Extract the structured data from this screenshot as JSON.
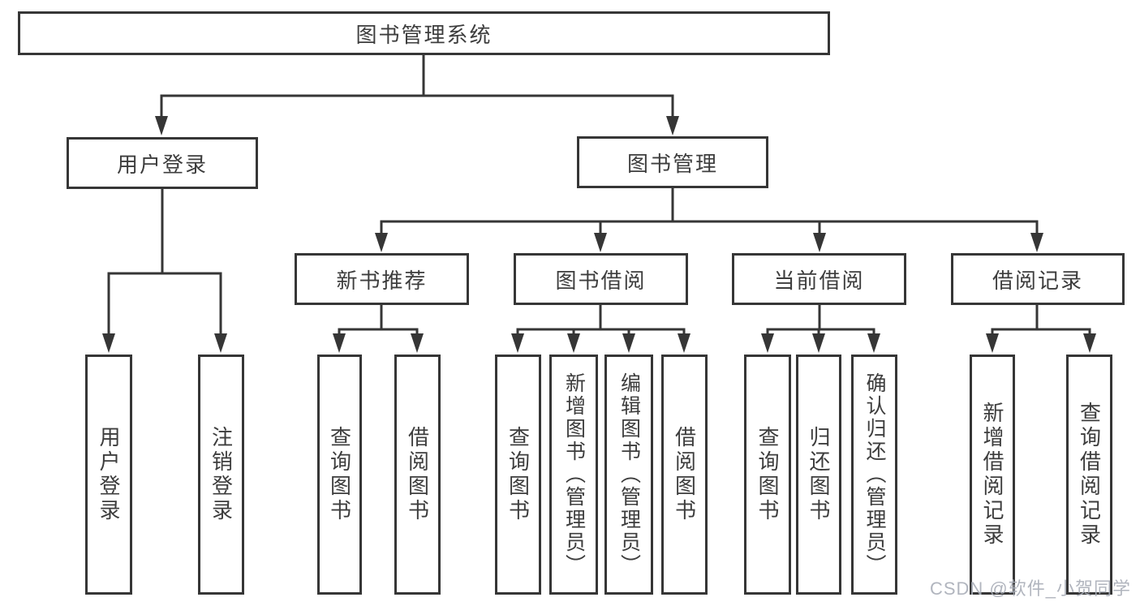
{
  "diagram": {
    "title": "图书管理系统",
    "nodes": {
      "root": "图书管理系统",
      "user_login": "用户登录",
      "book_management": "图书管理",
      "new_book_recommend": "新书推荐",
      "book_borrow": "图书借阅",
      "current_borrow": "当前借阅",
      "borrow_records": "借阅记录"
    },
    "leaves": {
      "user_login": [
        "用户登录",
        "注销登录"
      ],
      "new_book_recommend": [
        "查询图书",
        "借阅图书"
      ],
      "book_borrow": [
        "查询图书",
        "新增图书（管理员）",
        "编辑图书（管理员）",
        "借阅图书"
      ],
      "current_borrow": [
        "查询图书",
        "归还图书",
        "确认归还（管理员）"
      ],
      "borrow_records": [
        "新增借阅记录",
        "查询借阅记录"
      ]
    }
  },
  "watermark": "CSDN @软件_小贺同学",
  "colors": {
    "line": "#363636",
    "text": "#3d3d3d",
    "background": "#ffffff",
    "watermark": "#a9aeb8"
  }
}
